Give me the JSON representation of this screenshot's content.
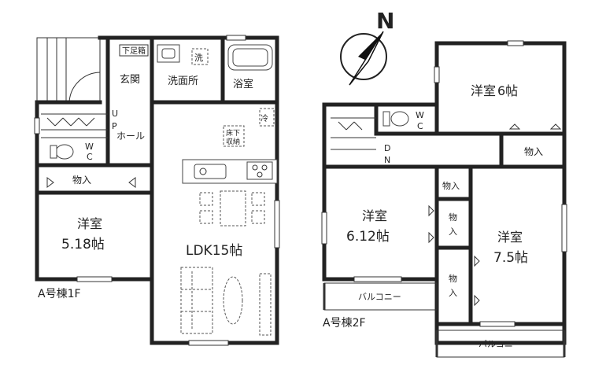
{
  "floor1": {
    "caption": "A号棟1F",
    "rooms": {
      "genkan": "玄関",
      "geta": "下足箱",
      "senmen": "洗面所",
      "sen": "洗",
      "yokushitsu": "浴室",
      "hall": "ホール",
      "up_u": "U",
      "up_p": "P",
      "wc_w": "W",
      "wc_c": "C",
      "closet": "物入",
      "room_name": "洋室",
      "room_size": "5.18帖",
      "ldk": "LDK15帖",
      "rei": "冷",
      "yukashita_1": "床下",
      "yukashita_2": "収納"
    }
  },
  "floor2": {
    "caption": "A号棟2F",
    "rooms": {
      "wc_w": "W",
      "wc_c": "C",
      "dn_d": "D",
      "dn_n": "N",
      "room_a_name": "洋室",
      "room_a_size": "6帖",
      "room_b_name": "洋室",
      "room_b_size": "6.12帖",
      "room_c_name": "洋室",
      "room_c_size": "7.5帖",
      "closet_1": "物入",
      "closet_2": "物入",
      "closet_3_a": "物",
      "closet_3_b": "入",
      "closet_4_a": "物",
      "closet_4_b": "入",
      "balcony_1": "バルコニー",
      "balcony_2": "バルコニー"
    }
  },
  "compass": {
    "label": "N"
  }
}
